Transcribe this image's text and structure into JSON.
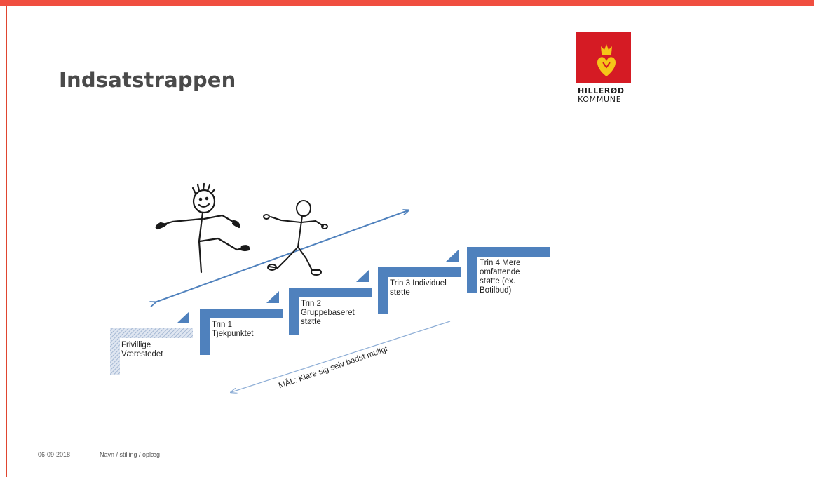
{
  "slide": {
    "title": "Indsatstrappen",
    "accent_color": "#f04e40",
    "step_color": "#4f81bd"
  },
  "logo": {
    "line1": "HILLERØD",
    "line2": "KOMMUNE",
    "background": "#d51b24",
    "emblem_color": "#f5c518",
    "icon": "crowned-heart-icon"
  },
  "steps": [
    {
      "label": "Frivillige Værestedet"
    },
    {
      "label": "Trin 1 Tjekpunktet"
    },
    {
      "label": "Trin 2 Gruppebaseret støtte"
    },
    {
      "label": "Trin 3 Individuel støtte"
    },
    {
      "label": "Trin 4 Mere omfattende støtte (ex. Botilbud)"
    }
  ],
  "goal_text": "MÅL: Klare sig selv bedst muligt",
  "figures": [
    "running-stick-figure",
    "walking-stick-figure"
  ],
  "footer": {
    "date": "06-09-2018",
    "info": "Navn / stilling / oplæg"
  }
}
